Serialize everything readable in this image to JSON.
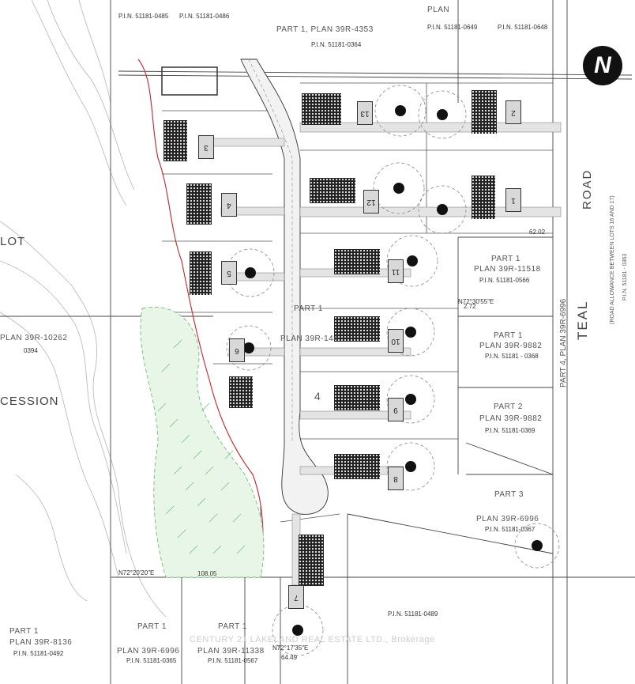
{
  "map": {
    "concession_labels": {
      "lot": "LOT",
      "concession": "CESSION"
    },
    "road": {
      "name": "TEAL",
      "type": "ROAD",
      "note": "(ROAD ALLOWANCE BETWEEN LOTS 16 AND 17)",
      "pin": "P.I.N. 51181 - 0363"
    },
    "north_arrow": "N",
    "top_parcels": [
      {
        "pin": "P.I.N. 51181-0485"
      },
      {
        "pin": "P.I.N. 51181-0486"
      },
      {
        "text": "PART 1, PLAN 39R-4353"
      },
      {
        "pin": "P.I.N. 51181-0364"
      },
      {
        "pin": "P.I.N. 51181-0649"
      },
      {
        "pin": "P.I.N. 51181-0648"
      },
      {
        "text": "PLAN"
      }
    ],
    "left_parcel": {
      "text": "PLAN 39R-10262",
      "pin": "0394"
    },
    "right_parcels": [
      {
        "part": "PART 1",
        "plan": "PLAN 39R-11518",
        "pin": "P.I.N. 51181-0566"
      },
      {
        "part": "PART 1",
        "plan": "PLAN 39R-9882",
        "pin": "P.I.N. 51181 - 0368"
      },
      {
        "part": "PART 2",
        "plan": "PLAN 39R-9882",
        "pin": "P.I.N. 51181-0369"
      },
      {
        "part": "PART 3",
        "plan": "PLAN 39R-6996",
        "pin": "P.I.N. 51181-0367"
      }
    ],
    "right_vertical": "PART 4, PLAN 39R-6996",
    "center_plan": {
      "part": "PART 1",
      "plan": "PLAN 39R-144",
      "block": "4"
    },
    "bottom_parcels": [
      {
        "part": "PART 1",
        "plan": "PLAN 39R-8136",
        "pin": "P.I.N. 51181-0492"
      },
      {
        "part": "PART 1",
        "plan": "PLAN 39R-6996",
        "pin": "P.I.N. 51181-0365"
      },
      {
        "part": "PART 1",
        "plan": "PLAN 39R-11338",
        "pin": "P.I.N. 51181-0567"
      },
      {
        "pin": "P.I.N. 51181-0489"
      }
    ],
    "lots": [
      "1",
      "2",
      "3",
      "4",
      "5",
      "6",
      "7",
      "8",
      "9",
      "10",
      "11",
      "12",
      "13"
    ],
    "dimensions": [
      "62.02",
      "2.72",
      "108.05",
      "64.49",
      "N72°30'55\"E",
      "N72°20'20\"E",
      "N72°17'35\"E"
    ],
    "watermark": "CENTURY 21 LAKELAND REAL ESTATE LTD., Brokerage"
  }
}
